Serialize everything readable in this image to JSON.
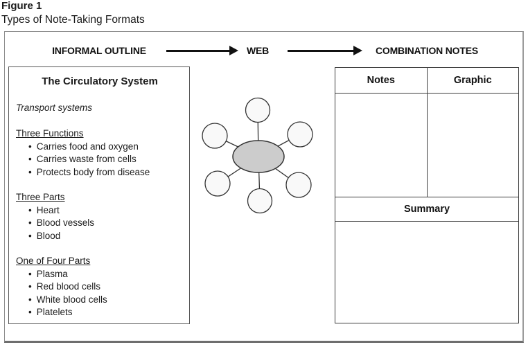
{
  "figure": {
    "label": "Figure 1",
    "title": "Types of Note-Taking Formats"
  },
  "header": {
    "informal_outline": "INFORMAL OUTLINE",
    "web": "WEB",
    "combination_notes": "COMBINATION NOTES"
  },
  "outline": {
    "title": "The Circulatory System",
    "subtitle": "Transport systems",
    "bullet_glyph": "•",
    "sections": [
      {
        "heading": "Three Functions",
        "items": [
          "Carries food and oxygen",
          "Carries waste from cells",
          "Protects body from disease"
        ]
      },
      {
        "heading": "Three Parts",
        "items": [
          "Heart",
          "Blood vessels",
          "Blood"
        ]
      },
      {
        "heading": "One of Four Parts",
        "items": [
          "Plasma",
          "Red blood cells",
          "White blood cells",
          "Platelets"
        ]
      }
    ]
  },
  "web_diagram": {
    "satellite_count": 6,
    "center_node_fill": "#cccccc",
    "satellite_node_fill": "#f9f9f9",
    "stroke_color": "#333333"
  },
  "combination_table": {
    "notes_header": "Notes",
    "graphic_header": "Graphic",
    "summary_header": "Summary"
  }
}
